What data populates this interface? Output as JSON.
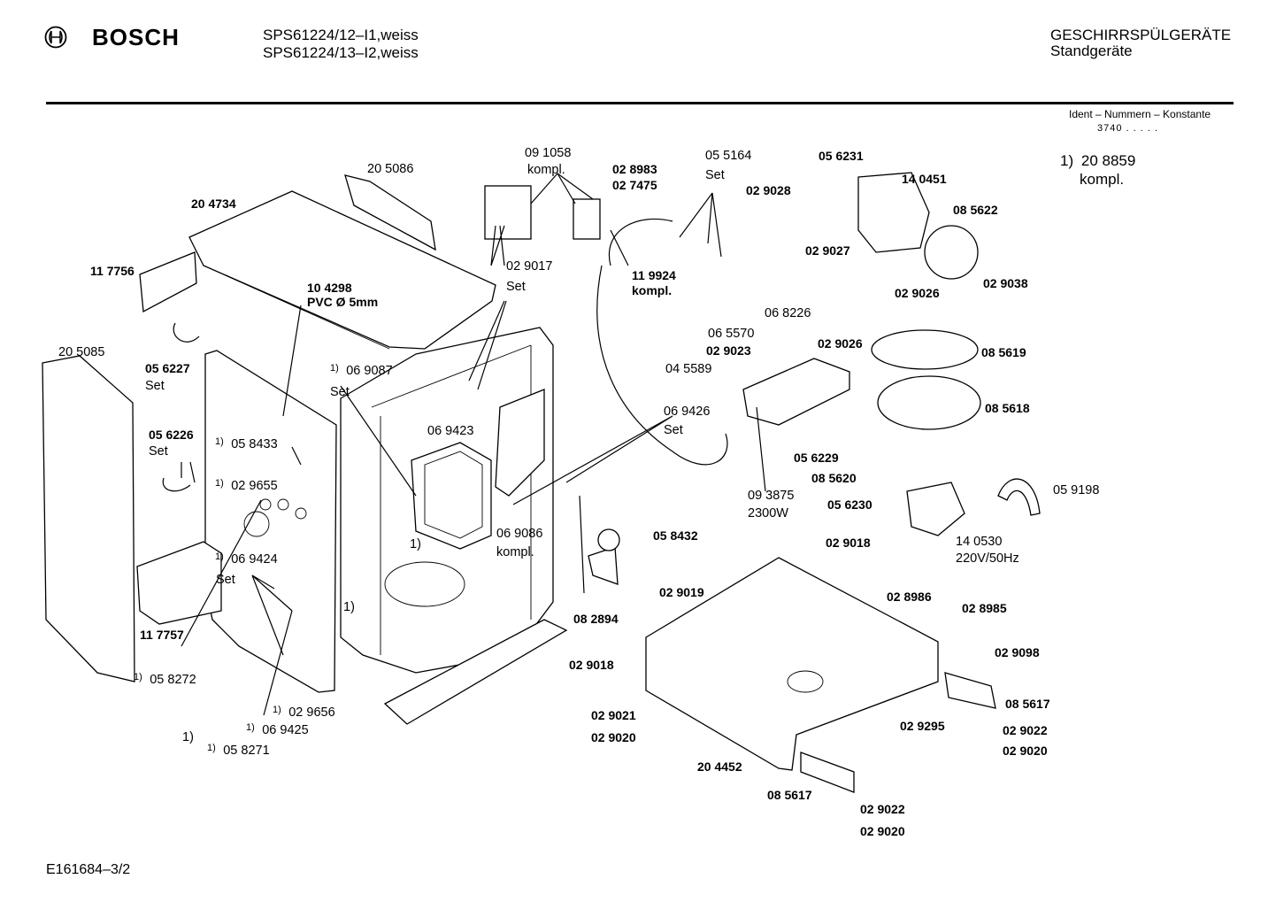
{
  "header": {
    "brand": "BOSCH",
    "models": [
      "SPS61224/12–I1,weiss",
      "SPS61224/13–I2,weiss"
    ],
    "category": "GESCHIRRSPÜLGERÄTE",
    "subcategory": "Standgeräte",
    "ident_label": "Ident – Nummern – Konstante",
    "ident_value": "3740 . . . . ."
  },
  "footnote": {
    "marker": "1)",
    "number": "20 8859",
    "text": "kompl."
  },
  "footer": {
    "doc_id": "E161684–3/2"
  },
  "part_labels": [
    {
      "text": "20 5086",
      "bold": false
    },
    {
      "text": "20 4734",
      "bold": true
    },
    {
      "text": "11 7756",
      "bold": true
    },
    {
      "text": "20 5085",
      "bold": false
    },
    {
      "text": "05 6227",
      "bold": true
    },
    {
      "text": "Set",
      "bold": false
    },
    {
      "text": "05 6226",
      "bold": true
    },
    {
      "text": "Set",
      "bold": false
    },
    {
      "text": "11 7757",
      "bold": true
    },
    {
      "text": "05 8272",
      "bold": false,
      "sup": "1)"
    },
    {
      "text": "05 8271",
      "bold": false,
      "sup": "1)"
    },
    {
      "text": "1)",
      "bold": false
    },
    {
      "text": "06 9425",
      "bold": false,
      "sup": "1)"
    },
    {
      "text": "02 9656",
      "bold": false,
      "sup": "1)"
    },
    {
      "text": "06 9424",
      "bold": false,
      "sup": "1)"
    },
    {
      "text": "Set",
      "bold": false
    },
    {
      "text": "02 9655",
      "bold": false,
      "sup": "1)"
    },
    {
      "text": "05 8433",
      "bold": false,
      "sup": "1)"
    },
    {
      "text": "10 4298",
      "bold": true
    },
    {
      "text": "PVC Ø 5mm",
      "bold": true
    },
    {
      "text": "06 9087",
      "bold": false,
      "sup": "1)"
    },
    {
      "text": "Set",
      "bold": false
    },
    {
      "text": "06 9423",
      "bold": false
    },
    {
      "text": "1)",
      "bold": false
    },
    {
      "text": "1)",
      "bold": false
    },
    {
      "text": "02 9017",
      "bold": false
    },
    {
      "text": "Set",
      "bold": false
    },
    {
      "text": "09 1058",
      "bold": false
    },
    {
      "text": "kompl.",
      "bold": false
    },
    {
      "text": "02 8983",
      "bold": true
    },
    {
      "text": "02 7475",
      "bold": true
    },
    {
      "text": "11 9924",
      "bold": true
    },
    {
      "text": "kompl.",
      "bold": true
    },
    {
      "text": "05 5164",
      "bold": false
    },
    {
      "text": "Set",
      "bold": false
    },
    {
      "text": "06 9426",
      "bold": false
    },
    {
      "text": "Set",
      "bold": false
    },
    {
      "text": "06 9086",
      "bold": false
    },
    {
      "text": "kompl.",
      "bold": false
    },
    {
      "text": "05 8432",
      "bold": true
    },
    {
      "text": "08 2894",
      "bold": true
    },
    {
      "text": "09 3875",
      "bold": false
    },
    {
      "text": "2300W",
      "bold": false
    },
    {
      "text": "06 8226",
      "bold": false
    },
    {
      "text": "06 5570",
      "bold": false
    },
    {
      "text": "02 9023",
      "bold": true
    },
    {
      "text": "04 5589",
      "bold": false
    },
    {
      "text": "02 9026",
      "bold": true
    },
    {
      "text": "05 6231",
      "bold": true
    },
    {
      "text": "02 9028",
      "bold": true
    },
    {
      "text": "14 0451",
      "bold": true
    },
    {
      "text": "08 5622",
      "bold": true
    },
    {
      "text": "02 9027",
      "bold": true
    },
    {
      "text": "02 9026",
      "bold": true
    },
    {
      "text": "02 9038",
      "bold": true
    },
    {
      "text": "08 5619",
      "bold": true
    },
    {
      "text": "08 5618",
      "bold": true
    },
    {
      "text": "05 6229",
      "bold": true
    },
    {
      "text": "08 5620",
      "bold": true
    },
    {
      "text": "05 6230",
      "bold": true
    },
    {
      "text": "05 9198",
      "bold": false
    },
    {
      "text": "14 0530",
      "bold": false
    },
    {
      "text": "220V/50Hz",
      "bold": false
    },
    {
      "text": "02 9018",
      "bold": true
    },
    {
      "text": "02 9019",
      "bold": true
    },
    {
      "text": "02 8986",
      "bold": true
    },
    {
      "text": "02 8985",
      "bold": true
    },
    {
      "text": "02 9098",
      "bold": true
    },
    {
      "text": "08 5617",
      "bold": true
    },
    {
      "text": "02 9295",
      "bold": true
    },
    {
      "text": "02 9022",
      "bold": true
    },
    {
      "text": "02 9020",
      "bold": true
    },
    {
      "text": "02 9018",
      "bold": true
    },
    {
      "text": "02 9021",
      "bold": true
    },
    {
      "text": "02 9020",
      "bold": true
    },
    {
      "text": "20 4452",
      "bold": true
    },
    {
      "text": "08 5617",
      "bold": true
    },
    {
      "text": "02 9022",
      "bold": true
    },
    {
      "text": "02 9020",
      "bold": true
    }
  ]
}
